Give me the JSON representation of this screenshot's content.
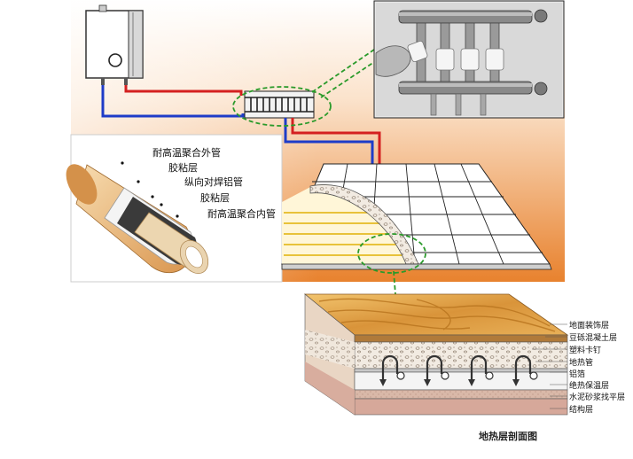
{
  "pipe_layers": [
    {
      "label": "耐高温聚合外管"
    },
    {
      "label": "胶粘层"
    },
    {
      "label": "纵向对焊铝管"
    },
    {
      "label": "胶粘层"
    },
    {
      "label": "耐高温聚合内管"
    }
  ],
  "floor_section": {
    "layers": [
      {
        "label": "地面装饰层"
      },
      {
        "label": "豆砾混凝土层"
      },
      {
        "label": "塑料卡钉"
      },
      {
        "label": "地热管"
      },
      {
        "label": "铝箔"
      },
      {
        "label": "绝热保温层"
      },
      {
        "label": "水泥砂浆找平层"
      },
      {
        "label": "结构层"
      }
    ],
    "caption": "地热层剖面图"
  },
  "colors": {
    "background_gradient_top": "#ffffff",
    "background_gradient_bottom": "#e8822e",
    "hot_pipe": "#d42020",
    "cold_pipe": "#1e3cc8",
    "leader_line": "#2a9a2a",
    "pipe_outer": "#e8b678",
    "pipe_inner": "#ead4b0",
    "wood": "#e0a84a"
  },
  "icons": [
    "boiler-icon",
    "manifold-icon",
    "manifold-photo",
    "pipe-cross-section",
    "floor-perspective",
    "floor-section-block"
  ]
}
